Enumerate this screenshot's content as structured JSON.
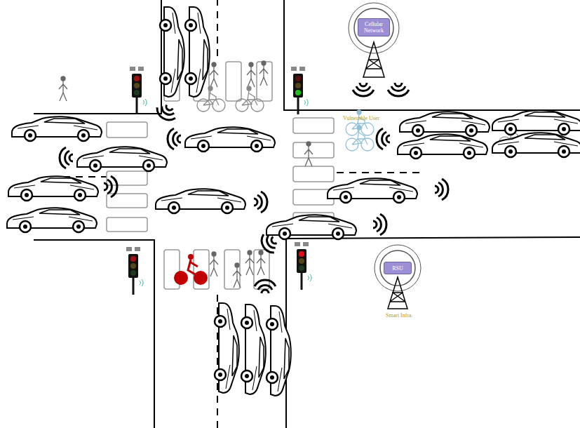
{
  "diagram": {
    "nodes": [
      {
        "text": [
          "Cellular Network"
        ]
      },
      {
        "text": [
          "RSU"
        ]
      }
    ],
    "labels": [
      "Vulnerable User",
      "Smart Infra."
    ]
  }
}
